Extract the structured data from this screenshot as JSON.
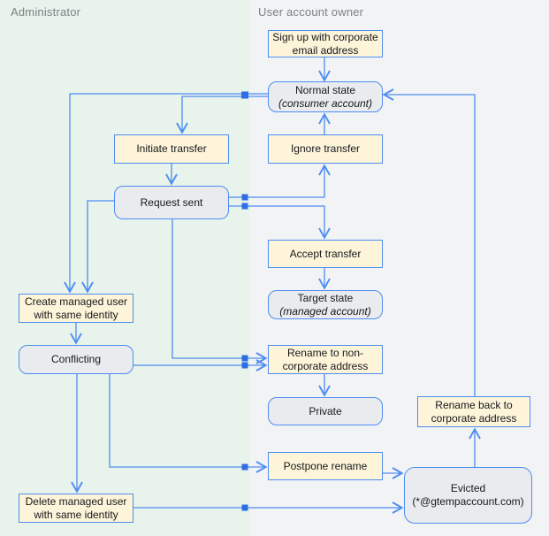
{
  "lanes": {
    "administrator": "Administrator",
    "user_account_owner": "User account owner"
  },
  "nodes": {
    "signup": {
      "label": "Sign up with corporate email address",
      "type": "action"
    },
    "normal_state": {
      "label": "Normal state",
      "sub": "(consumer account)",
      "type": "state"
    },
    "initiate_transfer": {
      "label": "Initiate transfer",
      "type": "action"
    },
    "ignore_transfer": {
      "label": "Ignore transfer",
      "type": "action"
    },
    "request_sent": {
      "label": "Request sent",
      "type": "state"
    },
    "accept_transfer": {
      "label": "Accept transfer",
      "type": "action"
    },
    "target_state": {
      "label": "Target state",
      "sub": "(managed account)",
      "type": "state"
    },
    "create_managed": {
      "label": "Create managed user with same identity",
      "type": "action"
    },
    "conflicting": {
      "label": "Conflicting",
      "type": "state"
    },
    "rename_noncorp": {
      "label": "Rename to non-corporate address",
      "type": "action"
    },
    "private": {
      "label": "Private",
      "type": "state"
    },
    "postpone_rename": {
      "label": "Postpone rename",
      "type": "action"
    },
    "rename_back": {
      "label": "Rename back to corporate address",
      "type": "action"
    },
    "evicted": {
      "label": "Evicted",
      "sub": "(*@gtempaccount.com)",
      "type": "state"
    },
    "delete_managed": {
      "label": "Delete managed user with same identity",
      "type": "action"
    }
  },
  "edges": [
    {
      "from": "signup",
      "to": "normal_state"
    },
    {
      "from": "normal_state",
      "to": "initiate_transfer"
    },
    {
      "from": "normal_state",
      "to": "create_managed"
    },
    {
      "from": "ignore_transfer",
      "to": "normal_state"
    },
    {
      "from": "initiate_transfer",
      "to": "request_sent"
    },
    {
      "from": "request_sent",
      "to": "ignore_transfer"
    },
    {
      "from": "request_sent",
      "to": "accept_transfer"
    },
    {
      "from": "request_sent",
      "to": "create_managed"
    },
    {
      "from": "request_sent",
      "to": "rename_noncorp"
    },
    {
      "from": "accept_transfer",
      "to": "target_state"
    },
    {
      "from": "create_managed",
      "to": "conflicting"
    },
    {
      "from": "conflicting",
      "to": "rename_noncorp"
    },
    {
      "from": "conflicting",
      "to": "delete_managed"
    },
    {
      "from": "conflicting",
      "to": "postpone_rename"
    },
    {
      "from": "rename_noncorp",
      "to": "private"
    },
    {
      "from": "postpone_rename",
      "to": "evicted"
    },
    {
      "from": "delete_managed",
      "to": "evicted"
    },
    {
      "from": "evicted",
      "to": "rename_back"
    },
    {
      "from": "rename_back",
      "to": "normal_state"
    }
  ],
  "colors": {
    "blue": "#4e8df2",
    "square": "#2e6de3",
    "cream": "#fdf4da",
    "node_gray": "#e9ebef",
    "lane_green": "#e8f3eb",
    "lane_gray": "#f2f3f5",
    "header_text": "#7c8085",
    "node_text": "#17181a"
  }
}
